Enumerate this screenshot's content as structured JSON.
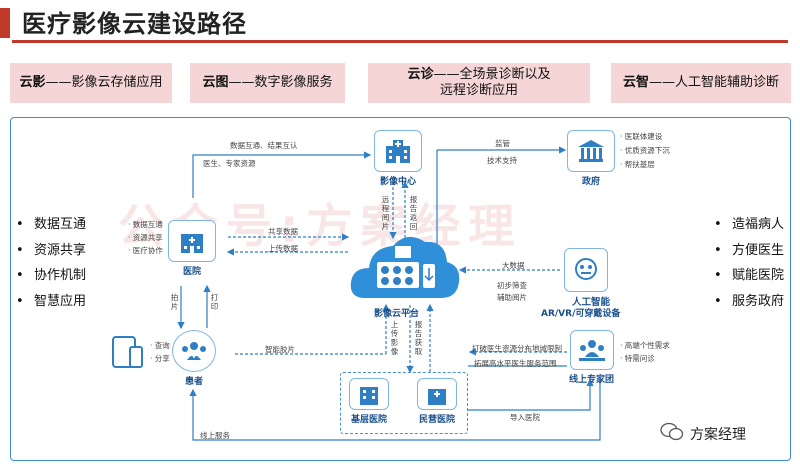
{
  "page": {
    "title": "医疗影像云建设路径"
  },
  "banners": [
    {
      "head": "云影",
      "dash": "——",
      "text": "影像云存储应用"
    },
    {
      "head": "云图",
      "dash": "——",
      "text": "数字影像服务"
    },
    {
      "head": "云诊",
      "dash": "——",
      "text": "全场景诊断以及",
      "text2": "远程诊断应用"
    },
    {
      "head": "云智",
      "dash": "——",
      "text": "人工智能辅助诊断"
    }
  ],
  "left_bullets": [
    "数据互通",
    "资源共享",
    "协作机制",
    "智慧应用"
  ],
  "right_bullets": [
    "造福病人",
    "方便医生",
    "赋能医院",
    "服务政府"
  ],
  "nodes": {
    "imaging_center": "影像中心",
    "government": "政府",
    "hospital": "医院",
    "patient": "患者",
    "cloud_platform": "影像云平台",
    "ai": "人工智能",
    "ai_sub": "AR/VR/可穿戴设备",
    "experts": "线上专家团",
    "grassroots": "基层医院",
    "private": "民营医院"
  },
  "edge_labels": {
    "top_left_1": "数据互通、结果互认",
    "top_left_2": "医生、专家资源",
    "supervise": "监管",
    "tech_support": "技术支持",
    "gov_1": "· 医联体建设",
    "gov_2": "· 优质资源下沉",
    "gov_3": "· 帮扶基层",
    "hosp_1": "· 数据互通",
    "hosp_2": "· 资源共享",
    "hosp_3": "· 医疗协作",
    "share_data": "共享数据",
    "upload_data": "上传数据",
    "remote_read": "远程阅片",
    "report_return": "报告返回",
    "shoot": "拍片",
    "print": "打印",
    "patient_1": "· 查询",
    "patient_2": "· 分享",
    "smart_film": "智能胶片",
    "upload_img": "上传影像",
    "get_report": "报告获取",
    "big_data": "大数据",
    "screening": "初步筛查",
    "assist_read": "辅助阅片",
    "break_limit": "打破医生资源分布地域限制",
    "expand_range": "拓展高水平医生服务范围",
    "expert_1": "· 高端个性需求",
    "expert_2": "· 特需问诊",
    "referral": "导入医院",
    "online_service": "线上服务"
  },
  "watermark": "公众号:方案经理",
  "logo": {
    "text": "方案经理"
  },
  "colors": {
    "accent": "#c0392b",
    "banner": "#f5d5d5",
    "frame": "#3a8fd0",
    "icon": "#2f7fc4",
    "label": "#1a4f8b"
  }
}
